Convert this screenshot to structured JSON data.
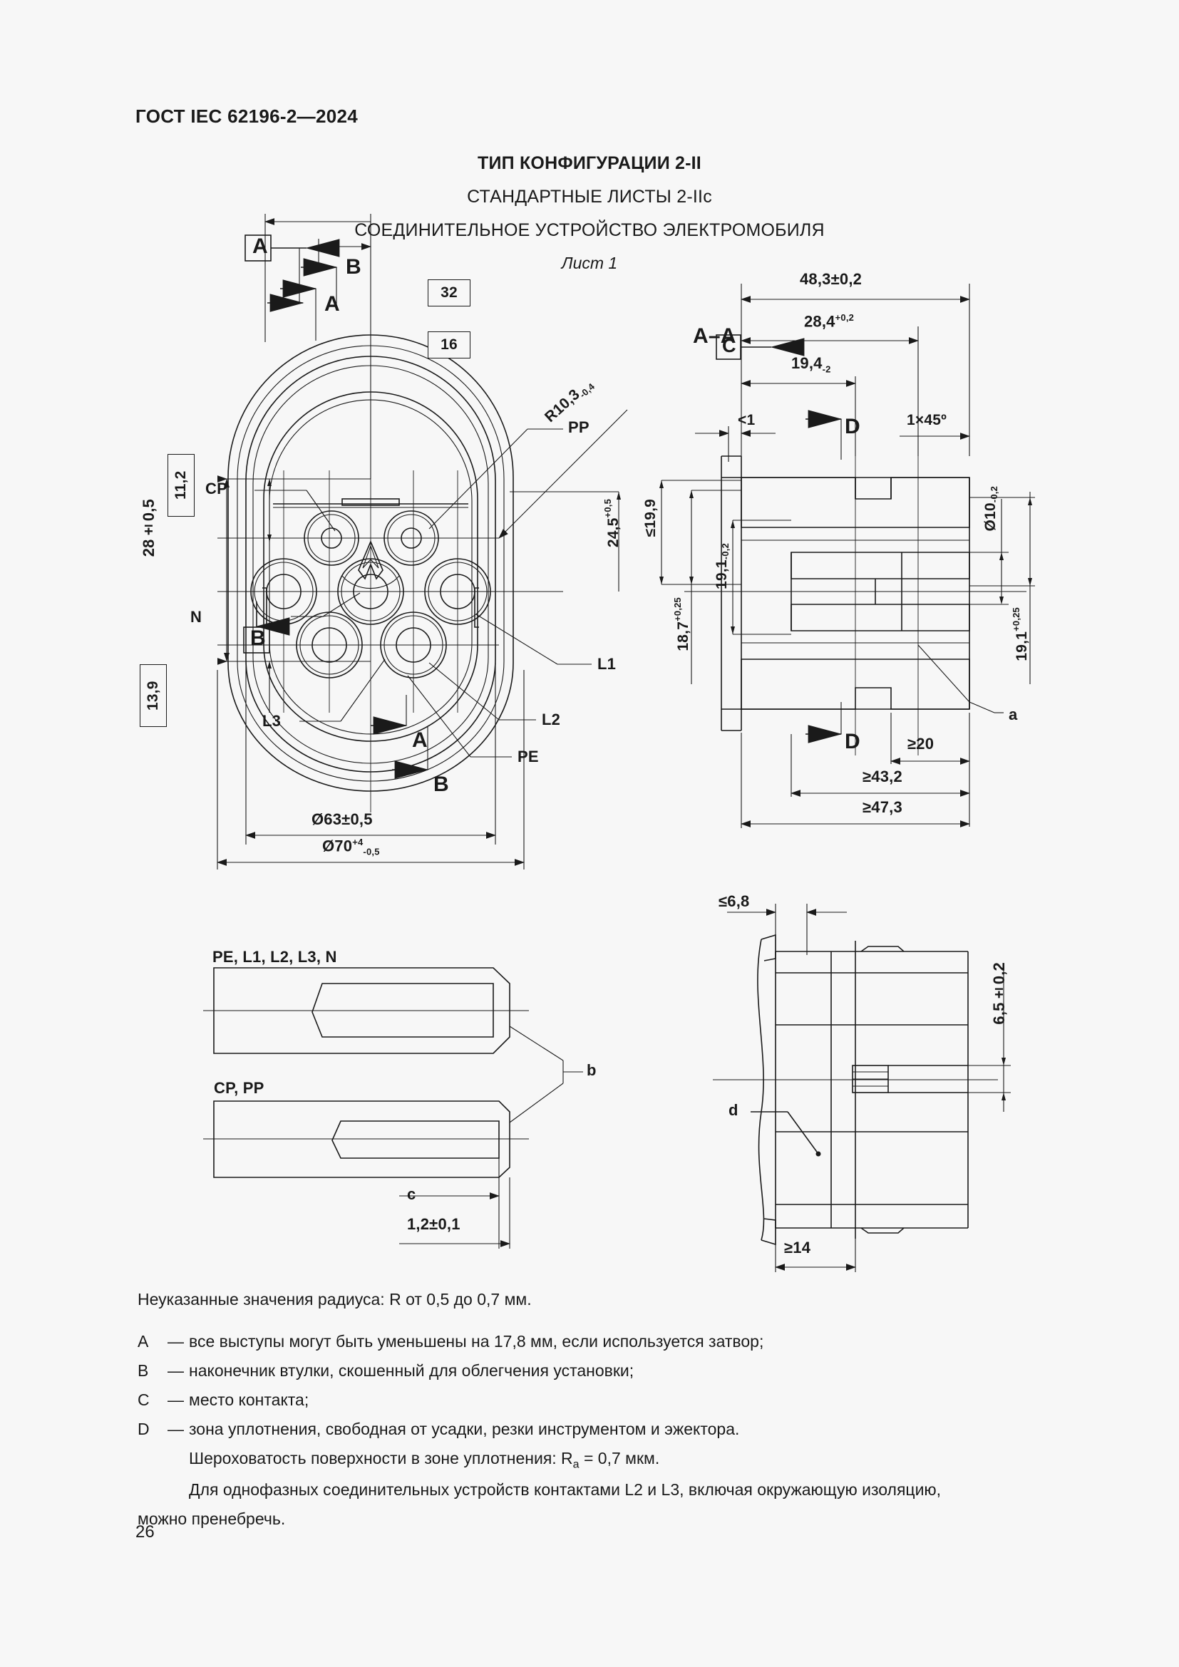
{
  "header": {
    "standard": "ГОСТ IEC 62196-2—2024"
  },
  "title": {
    "line1": "ТИП КОНФИГУРАЦИИ 2-II",
    "line2": "СТАНДАРТНЫЕ ЛИСТЫ 2-IIc",
    "line3": "СОЕДИНИТЕЛЬНОЕ УСТРОЙСТВО ЭЛЕКТРОМОБИЛЯ",
    "line4": "Лист 1"
  },
  "front_view": {
    "dim_32": "32",
    "dim_16": "16",
    "dim_11_2": "11,2",
    "dim_13_9": "13,9",
    "dim_28": "28±0,5",
    "dim_24_5": "24,5",
    "dim_24_5_tol": "+0,5",
    "radius": "R10,3",
    "radius_tol": "-0,4",
    "dia_63": "Ø63±0,5",
    "dia_70": "Ø70",
    "dia_70_tol_up": "+4",
    "dia_70_tol_dn": "-0,5",
    "section_A_box": "A",
    "section_B_box": "B",
    "arrow_A_top": "A",
    "arrow_A_mid": "A",
    "arrow_A_bot": "A",
    "arrow_B_top": "B",
    "arrow_B_bot": "B",
    "contacts": {
      "CP": "CP",
      "PP": "PP",
      "N": "N",
      "L1": "L1",
      "L2": "L2",
      "L3": "L3",
      "PE": "PE"
    }
  },
  "section_view": {
    "title": "A–A",
    "dim_48_3": "48,3±0,2",
    "dim_28_4": "28,4",
    "dim_28_4_tol": "+0,2",
    "dim_19_4": "19,4",
    "dim_19_4_tol": "-2",
    "dim_lt1": "<1",
    "chamfer": "1×45º",
    "dim_19_9": "≤19,9",
    "dim_18_7": "18,7",
    "dim_18_7_tol": "+0,25",
    "dim_19_1_left": "19,1",
    "dim_19_1_left_tol": "-0,2",
    "dim_dia10": "Ø10",
    "dim_dia10_tol": "-0,2",
    "dim_19_1_right": "19,1",
    "dim_19_1_right_tol": "+0,25",
    "dim_20": "≥20",
    "dim_43_2": "≥43,2",
    "dim_47_3": "≥47,3",
    "marker_C": "C",
    "marker_D_top": "D",
    "marker_D_bot": "D",
    "marker_a": "a"
  },
  "detail_contacts": {
    "label_power": "PE, L1, L2, L3, N",
    "label_signal": "CP, PP",
    "marker_b": "b",
    "marker_c": "c",
    "dim_1_2": "1,2±0,1"
  },
  "detail_right": {
    "dim_6_8": "≤6,8",
    "dim_6_5": "6,5±0,2",
    "dim_14": "≥14",
    "marker_d": "d"
  },
  "notes": {
    "radius_note": "Неуказанные значения радиуса: R от 0,5 до 0,7 мм.",
    "items": [
      {
        "key": "A",
        "dash": "—",
        "text": "все выступы могут быть уменьшены на 17,8 мм, если используется затвор;"
      },
      {
        "key": "B",
        "dash": "—",
        "text": "наконечник втулки, скошенный для облегчения установки;"
      },
      {
        "key": "C",
        "dash": "—",
        "text": "место контакта;"
      },
      {
        "key": "D",
        "dash": "—",
        "text": "зона уплотнения, свободная от усадки, резки инструментом и эжектора."
      }
    ],
    "roughness_pre": "Шероховатость поверхности в зоне уплотнения: R",
    "roughness_sub": "a",
    "roughness_post": " = 0,7 мкм.",
    "single_phase_1": "Для однофазных соединительных устройств контактами L2 и L3, включая окружающую изоляцию,",
    "single_phase_2": "можно пренебречь."
  },
  "page_number": "26"
}
